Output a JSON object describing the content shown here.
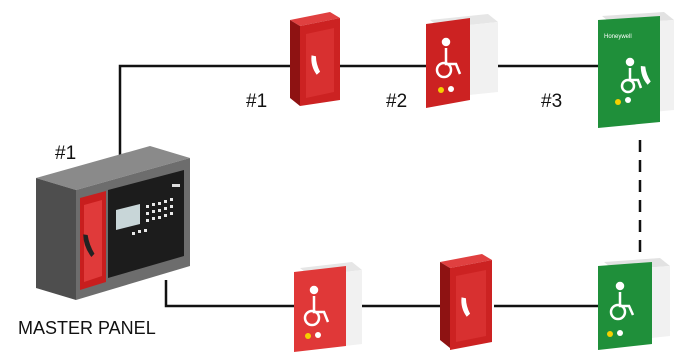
{
  "labels": {
    "master_panel": "MASTER PANEL",
    "master_number": "#1",
    "outstation_1": "#1",
    "outstation_2": "#2",
    "outstation_3": "#3"
  },
  "brand_text": "Honeywell",
  "colors": {
    "wire": "#111111",
    "red_device": "#cc2222",
    "green_device": "#1f8f3a",
    "panel_gray": "#6d6d6d"
  },
  "icons": {
    "phone": "phone-handset-icon",
    "wheelchair": "wheelchair-icon"
  }
}
